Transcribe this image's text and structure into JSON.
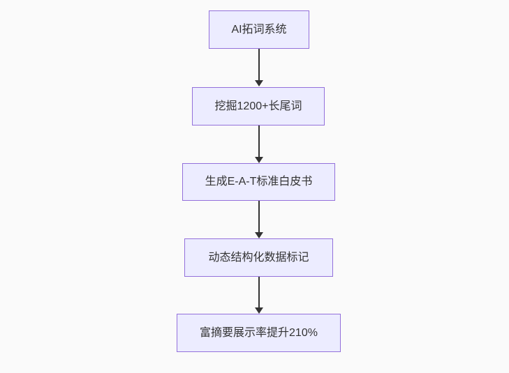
{
  "diagram": {
    "type": "flowchart",
    "direction": "top-down",
    "nodes": [
      {
        "id": "step-1",
        "label": "AI拓词系统"
      },
      {
        "id": "step-2",
        "label": "挖掘1200+长尾词"
      },
      {
        "id": "step-3",
        "label": "生成E-A-T标准白皮书"
      },
      {
        "id": "step-4",
        "label": "动态结构化数据标记"
      },
      {
        "id": "step-5",
        "label": "富摘要展示率提升210%"
      }
    ],
    "edges": [
      {
        "from": "step-1",
        "to": "step-2"
      },
      {
        "from": "step-2",
        "to": "step-3"
      },
      {
        "from": "step-3",
        "to": "step-4"
      },
      {
        "from": "step-4",
        "to": "step-5"
      }
    ],
    "colors": {
      "node_fill": "#ECECFF",
      "node_border": "#9370DB",
      "node_text": "#333333",
      "arrow": "#333333",
      "background": "#fafafa"
    }
  }
}
